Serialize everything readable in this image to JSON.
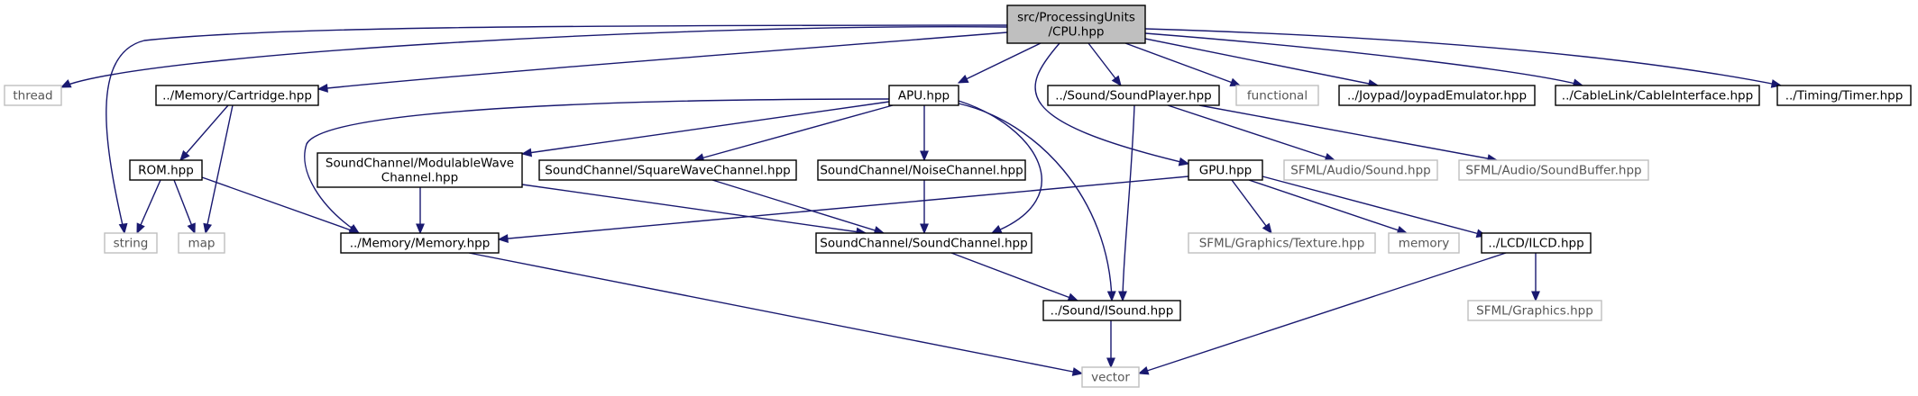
{
  "graph": {
    "nodes": [
      {
        "id": "cpu",
        "lines": [
          "src/ProcessingUnits",
          "/CPU.hpp"
        ],
        "style": "root"
      },
      {
        "id": "thread",
        "lines": [
          "thread"
        ],
        "style": "external"
      },
      {
        "id": "cartridge",
        "lines": [
          "../Memory/Cartridge.hpp"
        ],
        "style": "internal"
      },
      {
        "id": "apu",
        "lines": [
          "APU.hpp"
        ],
        "style": "internal"
      },
      {
        "id": "soundplayer",
        "lines": [
          "../Sound/SoundPlayer.hpp"
        ],
        "style": "internal"
      },
      {
        "id": "functional",
        "lines": [
          "functional"
        ],
        "style": "external"
      },
      {
        "id": "joypad",
        "lines": [
          "../Joypad/JoypadEmulator.hpp"
        ],
        "style": "internal"
      },
      {
        "id": "cablelink",
        "lines": [
          "../CableLink/CableInterface.hpp"
        ],
        "style": "internal"
      },
      {
        "id": "timer",
        "lines": [
          "../Timing/Timer.hpp"
        ],
        "style": "internal"
      },
      {
        "id": "rom",
        "lines": [
          "ROM.hpp"
        ],
        "style": "internal"
      },
      {
        "id": "modwave",
        "lines": [
          "SoundChannel/ModulableWave",
          "Channel.hpp"
        ],
        "style": "internal"
      },
      {
        "id": "squarewave",
        "lines": [
          "SoundChannel/SquareWaveChannel.hpp"
        ],
        "style": "internal"
      },
      {
        "id": "noise",
        "lines": [
          "SoundChannel/NoiseChannel.hpp"
        ],
        "style": "internal"
      },
      {
        "id": "gpu",
        "lines": [
          "GPU.hpp"
        ],
        "style": "internal"
      },
      {
        "id": "sfmlsound",
        "lines": [
          "SFML/Audio/Sound.hpp"
        ],
        "style": "external"
      },
      {
        "id": "sfmlsoundbuffer",
        "lines": [
          "SFML/Audio/SoundBuffer.hpp"
        ],
        "style": "external"
      },
      {
        "id": "string",
        "lines": [
          "string"
        ],
        "style": "external"
      },
      {
        "id": "map",
        "lines": [
          "map"
        ],
        "style": "external"
      },
      {
        "id": "memory",
        "lines": [
          "../Memory/Memory.hpp"
        ],
        "style": "internal"
      },
      {
        "id": "soundchannel",
        "lines": [
          "SoundChannel/SoundChannel.hpp"
        ],
        "style": "internal"
      },
      {
        "id": "sfmltexture",
        "lines": [
          "SFML/Graphics/Texture.hpp"
        ],
        "style": "external"
      },
      {
        "id": "stdmemory",
        "lines": [
          "memory"
        ],
        "style": "external"
      },
      {
        "id": "ilcd",
        "lines": [
          "../LCD/ILCD.hpp"
        ],
        "style": "internal"
      },
      {
        "id": "isound",
        "lines": [
          "../Sound/ISound.hpp"
        ],
        "style": "internal"
      },
      {
        "id": "sfmlgraphics",
        "lines": [
          "SFML/Graphics.hpp"
        ],
        "style": "external"
      },
      {
        "id": "vector",
        "lines": [
          "vector"
        ],
        "style": "external"
      }
    ],
    "edges": [
      {
        "from": "cpu",
        "to": "thread"
      },
      {
        "from": "cpu",
        "to": "cartridge"
      },
      {
        "from": "cpu",
        "to": "apu"
      },
      {
        "from": "cpu",
        "to": "soundplayer"
      },
      {
        "from": "cpu",
        "to": "functional"
      },
      {
        "from": "cpu",
        "to": "joypad"
      },
      {
        "from": "cpu",
        "to": "cablelink"
      },
      {
        "from": "cpu",
        "to": "timer"
      },
      {
        "from": "cpu",
        "to": "gpu"
      },
      {
        "from": "cpu",
        "to": "string"
      },
      {
        "from": "cartridge",
        "to": "rom"
      },
      {
        "from": "cartridge",
        "to": "map"
      },
      {
        "from": "rom",
        "to": "string"
      },
      {
        "from": "rom",
        "to": "map"
      },
      {
        "from": "rom",
        "to": "memory"
      },
      {
        "from": "apu",
        "to": "memory"
      },
      {
        "from": "apu",
        "to": "modwave"
      },
      {
        "from": "apu",
        "to": "squarewave"
      },
      {
        "from": "apu",
        "to": "noise"
      },
      {
        "from": "apu",
        "to": "soundchannel"
      },
      {
        "from": "apu",
        "to": "isound"
      },
      {
        "from": "modwave",
        "to": "memory"
      },
      {
        "from": "modwave",
        "to": "soundchannel"
      },
      {
        "from": "squarewave",
        "to": "soundchannel"
      },
      {
        "from": "noise",
        "to": "soundchannel"
      },
      {
        "from": "soundchannel",
        "to": "isound"
      },
      {
        "from": "soundplayer",
        "to": "isound"
      },
      {
        "from": "soundplayer",
        "to": "sfmlsound"
      },
      {
        "from": "soundplayer",
        "to": "sfmlsoundbuffer"
      },
      {
        "from": "gpu",
        "to": "memory"
      },
      {
        "from": "gpu",
        "to": "sfmltexture"
      },
      {
        "from": "gpu",
        "to": "stdmemory"
      },
      {
        "from": "gpu",
        "to": "ilcd"
      },
      {
        "from": "ilcd",
        "to": "sfmlgraphics"
      },
      {
        "from": "ilcd",
        "to": "vector"
      },
      {
        "from": "memory",
        "to": "vector"
      },
      {
        "from": "isound",
        "to": "vector"
      }
    ],
    "colors": {
      "edge": "#191970",
      "root_fill": "#bfbfbf",
      "internal_border": "#000000",
      "external_border": "#bfbfbf"
    }
  }
}
